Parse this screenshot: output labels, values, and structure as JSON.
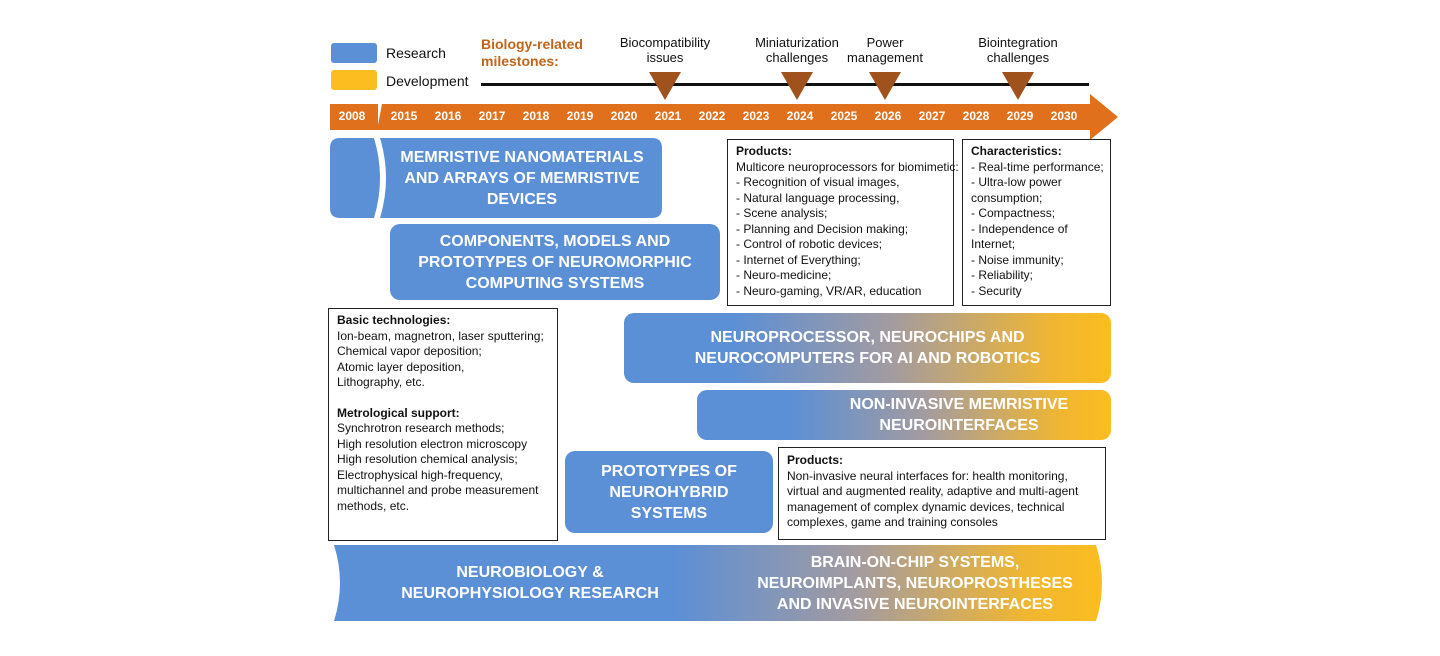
{
  "legend": {
    "research_label": "Research",
    "development_label": "Development",
    "colors": {
      "research": "#5b8fd6",
      "development": "#fbbd1f"
    }
  },
  "milestones": {
    "title": "Biology-related\nmilestones:",
    "items": [
      {
        "label": "Biocompatibility\nissues",
        "year": "2021"
      },
      {
        "label": "Miniaturization\nchallenges",
        "year": "2024"
      },
      {
        "label": "Power\nmanagement",
        "year": "2026"
      },
      {
        "label": "Biointegration\nchallenges",
        "year": "2029"
      }
    ]
  },
  "timeline": {
    "color": "#e0701c",
    "first_year": "2008",
    "years": [
      "2015",
      "2016",
      "2017",
      "2018",
      "2019",
      "2020",
      "2021",
      "2022",
      "2023",
      "2024",
      "2025",
      "2026",
      "2027",
      "2028",
      "2029",
      "2030"
    ]
  },
  "blocks": {
    "memristive": "MEMRISTIVE NANOMATERIALS\nAND ARRAYS OF MEMRISTIVE\nDEVICES",
    "components": "COMPONENTS, MODELS AND\nPROTOTYPES OF NEUROMORPHIC\nCOMPUTING SYSTEMS",
    "neuroprocessor": "NEUROPROCESSOR, NEUROCHIPS AND\nNEUROCOMPUTERS FOR AI AND ROBOTICS",
    "noninvasive": "NON-INVASIVE MEMRISTIVE\nNEUROINTERFACES",
    "neurohybrid": "PROTOTYPES OF\nNEUROHYBRID\nSYSTEMS",
    "neurobiology": "NEUROBIOLOGY &\nNEUROPHYSIOLOGY RESEARCH",
    "brain_on_chip": "BRAIN-ON-CHIP SYSTEMS,\nNEUROIMPLANTS, NEUROPROSTHESES\nAND INVASIVE NEUROINTERFACES"
  },
  "products_box": {
    "title": "Products:",
    "lines": [
      "Multicore neuroprocessors for biomimetic:",
      "- Recognition of visual images,",
      "- Natural language processing,",
      "- Scene analysis;",
      "- Planning and Decision making;",
      "- Control of robotic devices;",
      "- Internet of Everything;",
      "- Neuro-medicine;",
      "- Neuro-gaming, VR/AR, education"
    ]
  },
  "characteristics_box": {
    "title": "Characteristics:",
    "lines": [
      "- Real-time performance;",
      "- Ultra-low power",
      "consumption;",
      "- Compactness;",
      "- Independence of",
      "Internet;",
      "- Noise immunity;",
      "- Reliability;",
      "- Security"
    ]
  },
  "tech_box": {
    "basic_title": "Basic technologies:",
    "basic_lines": [
      "Ion-beam, magnetron, laser sputtering;",
      "Chemical vapor deposition;",
      "Atomic layer deposition,",
      "Lithography, etc."
    ],
    "metro_title": "Metrological support:",
    "metro_lines": [
      "Synchrotron research methods;",
      "High resolution electron microscopy",
      "High resolution chemical analysis;",
      "Electrophysical high-frequency,",
      "multichannel and probe measurement",
      "methods, etc."
    ]
  },
  "interfaces_box": {
    "title": "Products:",
    "text": "Non-invasive neural interfaces for: health monitoring, virtual and augmented reality, adaptive and multi-agent management of complex dynamic devices, technical complexes, game and training consoles"
  }
}
